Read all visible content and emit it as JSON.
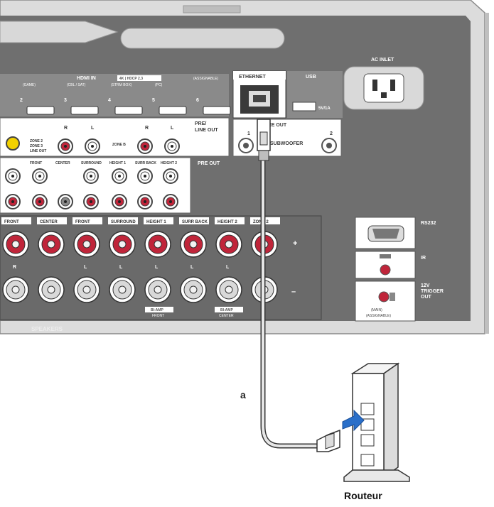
{
  "panel": {
    "hdmi_in": "HDMI IN",
    "hdmi_badge": "4K | HDCP 2.3",
    "hdmi_assignable": "(ASSIGNABLE)",
    "hdmi_inputs": [
      {
        "num": "2",
        "label": "(GAME)"
      },
      {
        "num": "3",
        "label": "(CBL / SAT)"
      },
      {
        "num": "4",
        "label": "(STRM BOX)"
      },
      {
        "num": "5",
        "label": "(PC)"
      },
      {
        "num": "6",
        "label": ""
      }
    ],
    "ethernet": "ETHERNET",
    "usb": "USB",
    "usb_rating": "5V/1A",
    "ac_inlet": "AC INLET",
    "pre_out": "PRE OUT",
    "pre_out_1": "1",
    "pre_out_2": "2",
    "subwoofer": "SUBWOOFER",
    "zone2_label": "ZONE 2",
    "zone3_label": "ZONE 3",
    "line_out": "LINE OUT",
    "zone_b": "ZONE B",
    "pre_line_out_1": "PRE/",
    "pre_line_out_2": "LINE OUT",
    "r": "R",
    "l": "L",
    "pre_out_row_labels": [
      "FRONT",
      "CENTER",
      "SURROUND",
      "HEIGHT 1",
      "SURR BACK",
      "HEIGHT 2"
    ],
    "pre_out_right": "PRE OUT",
    "speaker_labels": [
      "FRONT",
      "CENTER",
      "FRONT",
      "SURROUND",
      "HEIGHT 1",
      "SURR BACK",
      "HEIGHT 2",
      "ZONE 2"
    ],
    "speakers": "SPEAKERS",
    "bi_amp": "BI-AMP",
    "front": "FRONT",
    "center": "CENTER",
    "plus": "+",
    "minus": "–",
    "rs232": "RS232",
    "ir": "IR",
    "trigger_1": "12V",
    "trigger_2": "TRIGGER",
    "trigger_3": "OUT",
    "trigger_sub_1": "(MAIN)",
    "trigger_sub_2": "(ASSIGNABLE)"
  },
  "callout": "a",
  "router_label": "Routeur"
}
